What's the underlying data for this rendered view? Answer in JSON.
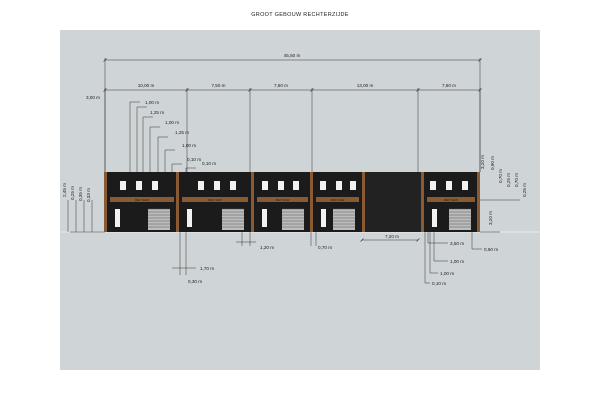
{
  "title": "GROOT GEBOUW RECHTERZIJDE",
  "colors": {
    "backdrop": "#cfd4d6",
    "facade": "#1b1b1b",
    "wood": "#8a5a33",
    "window": "#f2f2f2",
    "dim_line": "#333333"
  },
  "overall": {
    "label": "45,50 m"
  },
  "top_segments": [
    "10,00 m",
    "7,50 m",
    "7,50 m",
    "13,00 m",
    "7,50 m"
  ],
  "left_stack": [
    "3,00 m",
    "1,00 m",
    "1,25 m",
    "1,00 m",
    "1,25 m",
    "1,00 m",
    "0,10 m",
    "0,10 m"
  ],
  "left_side": [
    "2,45 m",
    "0,25 m",
    "0,35 m",
    "0,33 m"
  ],
  "right_side": [
    "3,20 m",
    "0,90 m",
    "0,70 m",
    "0,25 m",
    "0,70 m",
    "0,25 m",
    "3,20 m"
  ],
  "bottom_left": [
    "1,70 m",
    "0,30 m"
  ],
  "bottom_mid": [
    "1,20 m",
    "0,70 m"
  ],
  "bottom_wide": "7,20 m",
  "bottom_right": [
    "3,50 m",
    "0,60 m",
    "1,00 m",
    "1,00 m",
    "0,10 m"
  ],
  "unit_signs": [
    "REX SAW",
    "REX SAW",
    "REX SAW",
    "REX SAW",
    "REX SAW"
  ]
}
